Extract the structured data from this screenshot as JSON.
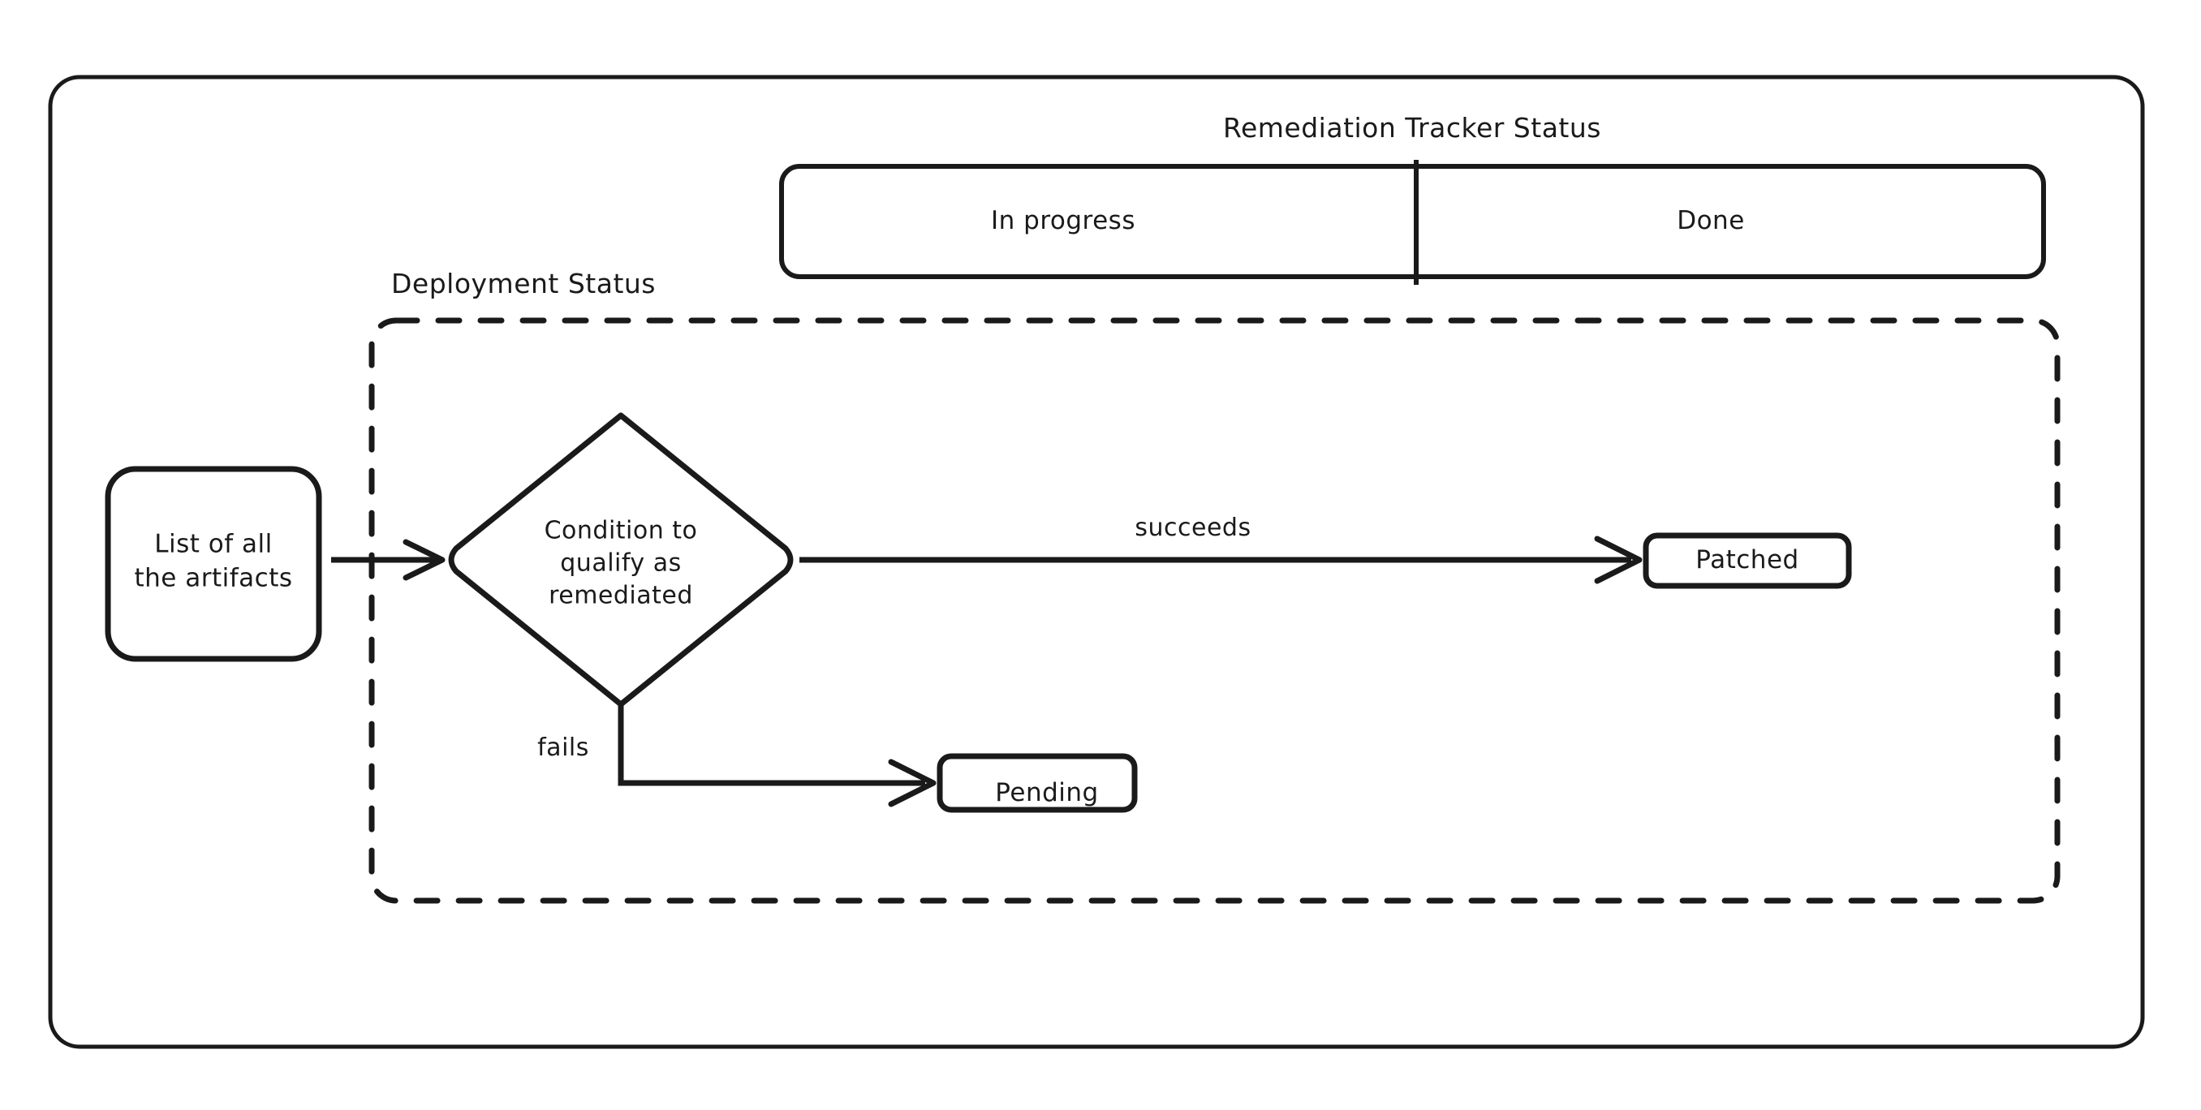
{
  "diagram": {
    "background": "#ffffff",
    "stroke_color": "#1a1a1a",
    "outer_frame_name": "remediation-flow-frame",
    "swimlanes": {
      "tracker": {
        "title": "Remediation Tracker Status",
        "cells": [
          {
            "label": "In progress"
          },
          {
            "label": "Done"
          }
        ]
      },
      "deployment": {
        "title": "Deployment Status"
      }
    },
    "nodes": [
      {
        "id": "artifacts",
        "label": "List of all\nthe artifacts",
        "shape": "rounded-rect"
      },
      {
        "id": "condition",
        "label": "Condition to\nqualify as\nremediated",
        "shape": "diamond"
      },
      {
        "id": "patched",
        "label": "Patched",
        "shape": "rounded-rect"
      },
      {
        "id": "pending",
        "label": "Pending",
        "shape": "rounded-rect"
      }
    ],
    "edges": [
      {
        "id": "artifacts-to-condition",
        "label": "",
        "from": "artifacts",
        "to": "condition"
      },
      {
        "id": "condition-to-patched",
        "label": "succeeds",
        "from": "condition",
        "to": "patched"
      },
      {
        "id": "condition-to-pending",
        "label": "fails",
        "from": "condition",
        "to": "pending"
      }
    ]
  }
}
